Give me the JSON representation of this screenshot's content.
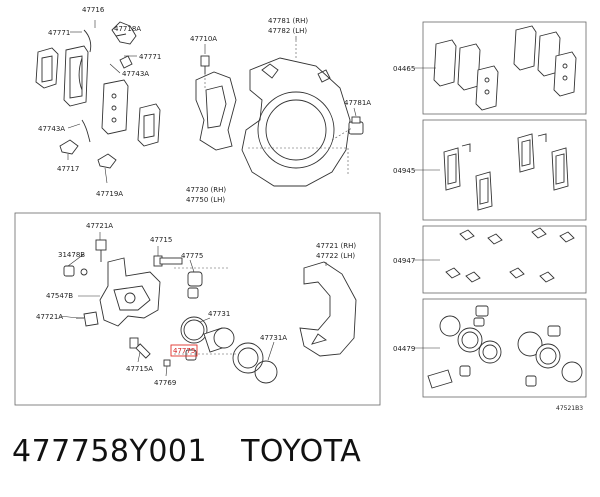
{
  "labels": {
    "l47716": "47716",
    "l47718A": "47718A",
    "l47771a": "47771",
    "l47771b": "47771",
    "l47743A_top": "47743A",
    "l47743A_left": "47743A",
    "l47717": "47717",
    "l47719A": "47719A",
    "l47710A": "47710A",
    "l47781": "47781 (RH)",
    "l47782": "47782 (LH)",
    "l47781A": "47781A",
    "l47730": "47730 (RH)",
    "l47750": "47750 (LH)",
    "l47721A_top": "47721A",
    "l47715": "47715",
    "l47775": "47775",
    "l31478B": "31478B",
    "l47547B": "47547B",
    "l47721A_left": "47721A",
    "l47731": "47731",
    "l47731A": "47731A",
    "l47775_hl": "47775",
    "l47715A": "47715A",
    "l47769": "47769",
    "l47721": "47721 (RH)",
    "l47722": "47722 (LH)",
    "l04465": "04465",
    "l04945": "04945",
    "l04947": "04947",
    "l04479": "04479",
    "ref": "47521B3"
  },
  "caption": {
    "part_number": "477758Y001",
    "brand": "TOYOTA"
  },
  "colors": {
    "highlight": "#d21e1e",
    "line": "#333333"
  }
}
